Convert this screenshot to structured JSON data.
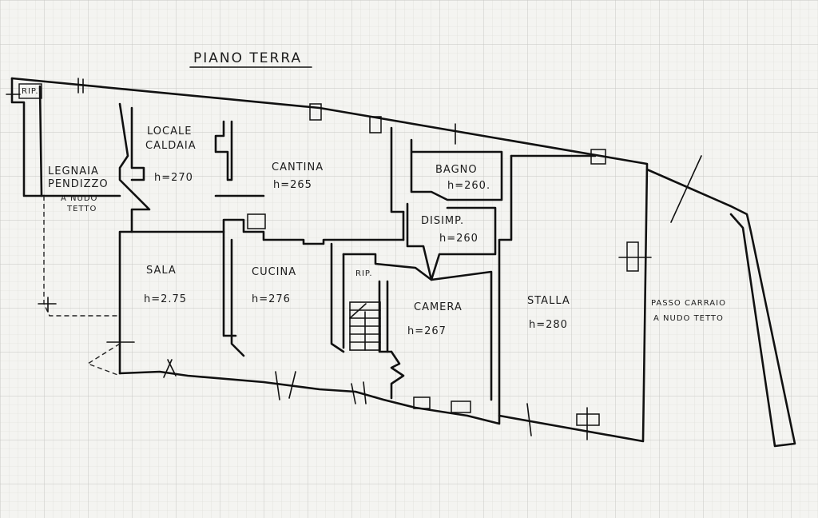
{
  "title": "PIANO TERRA",
  "colors": {
    "ink": "#111111",
    "paper": "#f4f4f1",
    "grid": "#cfcfcf"
  },
  "rooms": [
    {
      "id": "rip-top",
      "name": "RIP."
    },
    {
      "id": "legnaia",
      "name": "LEGNAIA",
      "name2": "PENDIZZO",
      "note1": "A NUDO",
      "note2": "TETTO"
    },
    {
      "id": "locale-caldaia",
      "name": "LOCALE",
      "name2": "CALDAIA",
      "height": "h=270"
    },
    {
      "id": "cantina",
      "name": "CANTINA",
      "height": "h=265"
    },
    {
      "id": "bagno",
      "name": "BAGNO",
      "height": "h=260."
    },
    {
      "id": "disimp",
      "name": "DISIMP.",
      "height": "h=260"
    },
    {
      "id": "sala",
      "name": "SALA",
      "height": "h=2.75"
    },
    {
      "id": "cucina",
      "name": "CUCINA",
      "height": "h=276"
    },
    {
      "id": "rip-mid",
      "name": "RIP."
    },
    {
      "id": "camera",
      "name": "CAMERA",
      "height": "h=267"
    },
    {
      "id": "stalla",
      "name": "STALLA",
      "height": "h=280"
    },
    {
      "id": "passo-carraio",
      "name": "PASSO CARRAIO",
      "note1": "A NUDO TETTO"
    }
  ]
}
